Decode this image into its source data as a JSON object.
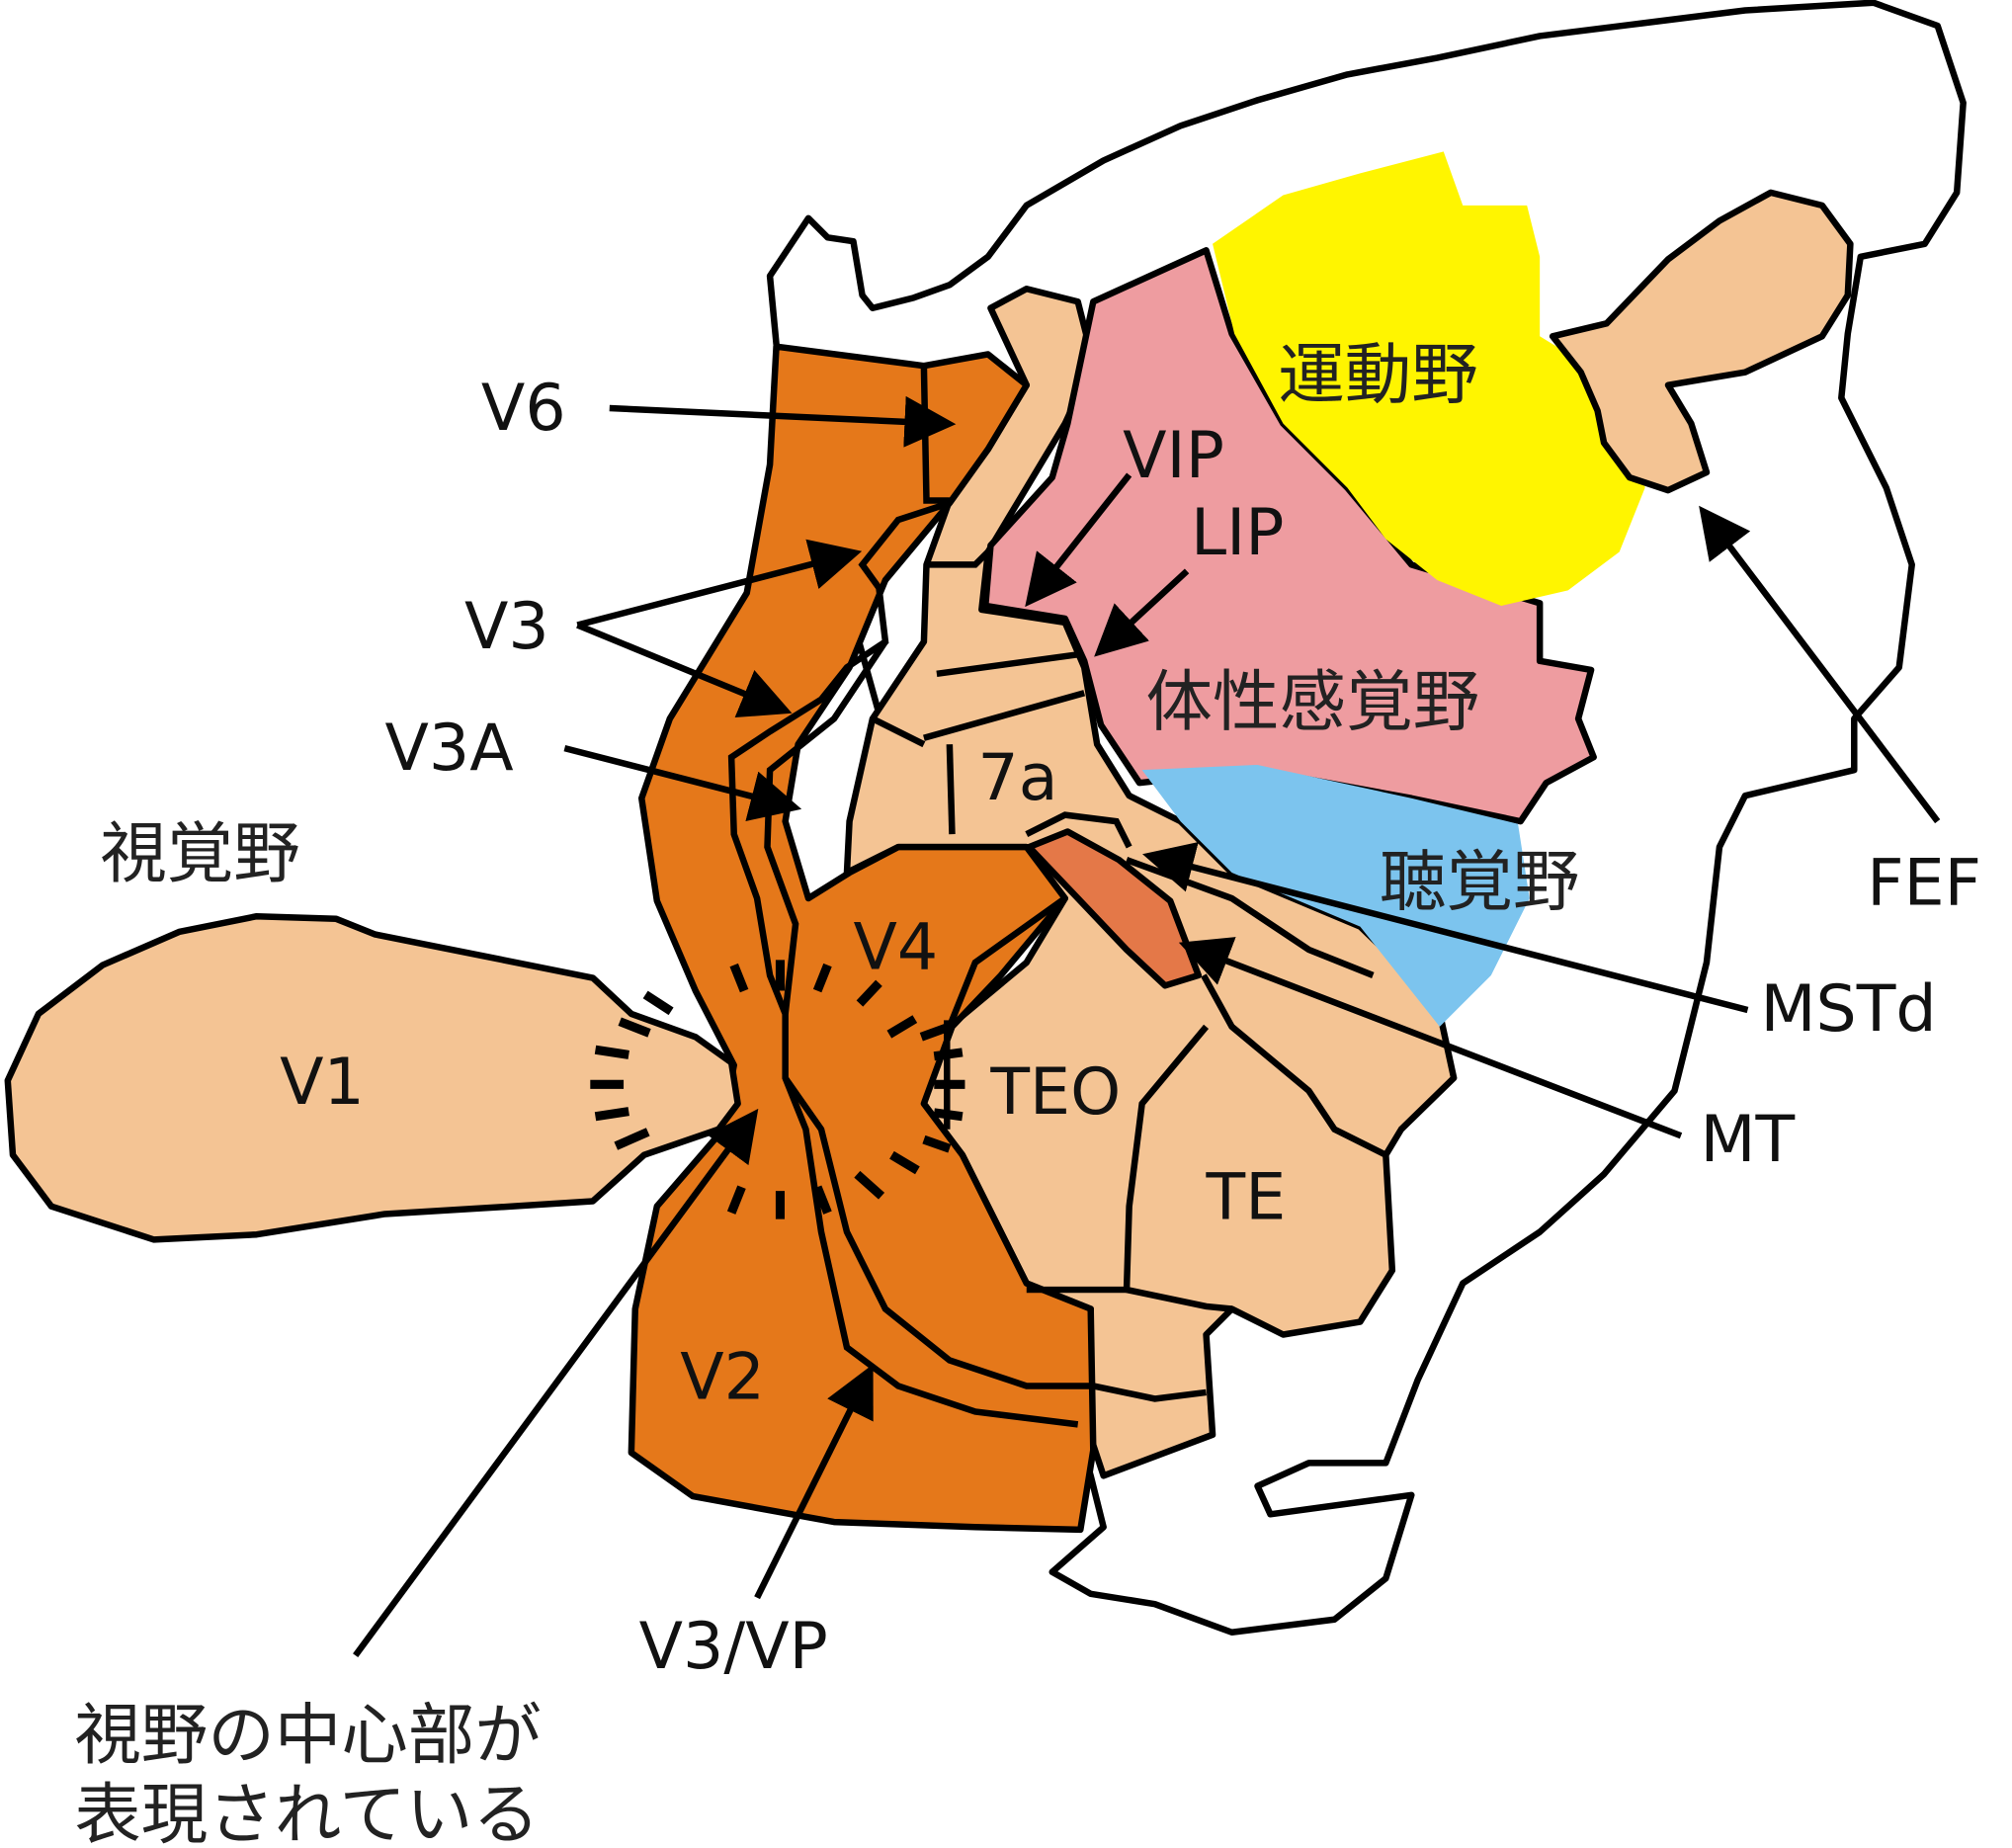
{
  "colors": {
    "early_visual": "#E5781A",
    "higher_visual": "#F4C494",
    "somatosensory": "#EE9CA0",
    "motor": "#FFF500",
    "auditory": "#7CC4EE",
    "mt": "#E47848"
  },
  "labels": {
    "visual_cortex": "視覚野",
    "v1": "V1",
    "v2": "V2",
    "v3": "V3",
    "v3a": "V3A",
    "v4": "V4",
    "v6": "V6",
    "v3vp": "V3/VP",
    "teo": "TEO",
    "te": "TE",
    "a7": "7a",
    "vip": "VIP",
    "lip": "LIP",
    "motor": "運動野",
    "somatosensory": "体性感覚野",
    "auditory": "聴覚野",
    "mstd": "MSTd",
    "mt": "MT",
    "fef": "FEF",
    "center_line1": "視野の中心部が",
    "center_line2": "表現されている"
  }
}
